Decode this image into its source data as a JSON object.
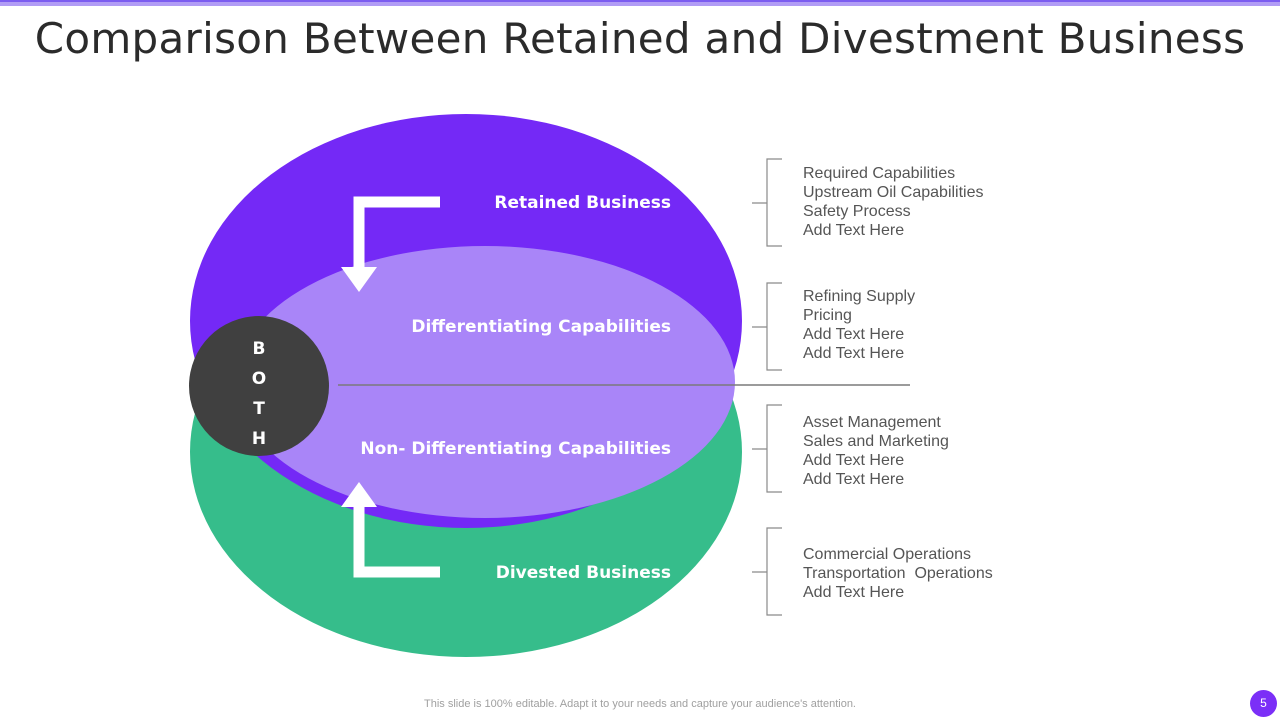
{
  "slide": {
    "title": "Comparison Between Retained and Divestment Business",
    "footer_note": "This slide is 100% editable. Adapt it to your needs and capture your audience's attention.",
    "page_number": "5"
  },
  "diagram": {
    "center_letters": [
      "B",
      "O",
      "T",
      "H"
    ],
    "regions": [
      {
        "label": "Retained Business",
        "items": [
          "Required Capabilities",
          "Upstream Oil Capabilities",
          "Safety Process",
          "Add Text Here"
        ]
      },
      {
        "label": "Differentiating Capabilities",
        "items": [
          "Refining Supply",
          "Pricing",
          "Add Text Here",
          "Add Text Here"
        ]
      },
      {
        "label": "Non- Differentiating Capabilities",
        "items": [
          "Asset Management",
          "Sales and Marketing",
          "Add Text Here",
          "Add Text Here"
        ]
      },
      {
        "label": "Divested Business",
        "items": [
          "Commercial Operations",
          "Transportation  Operations",
          "Add Text Here"
        ]
      }
    ],
    "colors": {
      "retained": "#7429f6",
      "divested": "#36bd8b",
      "middle": "#a985f8",
      "center": "#404040",
      "accent": "#7b2ff7"
    },
    "icons": [
      "arrow-down-icon",
      "arrow-up-icon"
    ]
  }
}
